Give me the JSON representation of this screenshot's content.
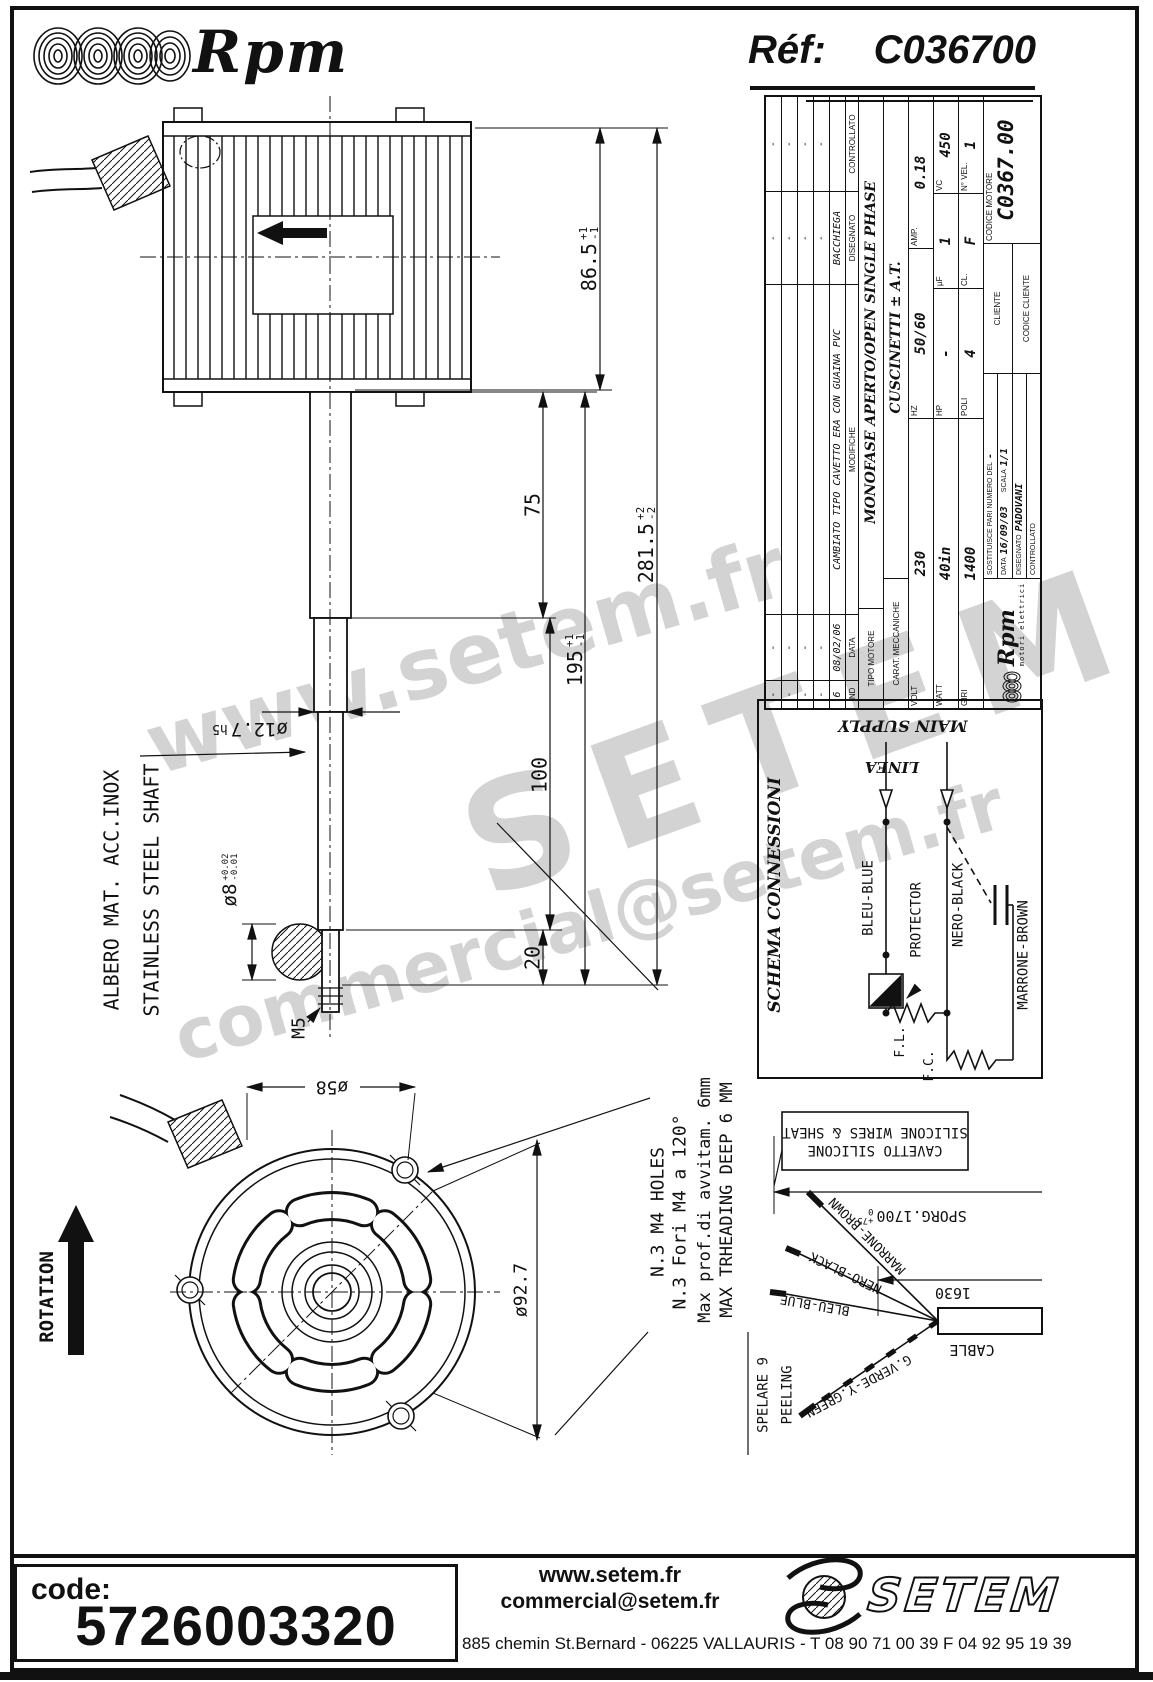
{
  "header": {
    "brand": "Rpm",
    "ref_label": "Réf:",
    "ref_value": "C036700"
  },
  "watermarks": {
    "w1": "www.setem.fr",
    "w2": "SETEM",
    "w3": "commercial@setem.fr"
  },
  "side_view": {
    "shaft_label_1": "ALBERO MAT. ACC.INOX",
    "shaft_label_2": "STAINLESS STEEL SHAFT",
    "dim_86": {
      "v": "86.5",
      "tp": "+1",
      "tm": "-1"
    },
    "dim_75": "75",
    "dim_281": {
      "v": "281.5",
      "tp": "+2",
      "tm": "-2"
    },
    "dim_195": {
      "v": "195",
      "tp": "+1",
      "tm": "-1"
    },
    "dim_100": "100",
    "dim_20": "20",
    "dim_127": {
      "v": "ø12.7",
      "suffix": "h5"
    },
    "dim_8": {
      "v": "ø8",
      "tp": "+0.02",
      "tm": "-0.01"
    },
    "dim_m5": "M5"
  },
  "front_view": {
    "rotation": "ROTATION",
    "dim_58": "ø58",
    "dim_927": "ø92.7"
  },
  "notes": {
    "n1": "N.3 M4 HOLES",
    "n2": "N.3 Fori M4 a 120°",
    "n3": "Max prof.di avvitam. 6mm",
    "n4": "MAX TRHEADING DEEP 6 MM"
  },
  "schema": {
    "title": "SCHEMA CONNESSIONI",
    "main_supply": "MAIN SUPPLY",
    "linea": "LINEA",
    "blue": "BLEU-BLUE",
    "protector": "PROTECTOR",
    "black": "NERO-BLACK",
    "brown": "MARRONE-BROWN",
    "fl": "F.L.",
    "fc": "F.C."
  },
  "cable": {
    "box_line1": "CAVETTO SILICONE",
    "box_line2": "SILICONE WIRES & SHEAT",
    "sporg": "SPORG.1700",
    "sporg_tp": "+75",
    "sporg_tm": "0",
    "len_1630": "1630",
    "cable": "CABLE",
    "brown": "MARRONE-BROWN",
    "black": "NERO-BLACK",
    "blue": "BLEU-BLUE",
    "green": "G.VERDE-Y.GREEN",
    "spelare": "SPELARE 9",
    "peeling": "PEELING"
  },
  "title_block": {
    "revisions": {
      "header": {
        "ind": "IND",
        "data": "DATA",
        "modifiche": "MODIFICHE",
        "disegnato": "DISEGNATO",
        "controllato": "CONTROLLATO"
      },
      "rows": [
        {
          "ind": "-",
          "data": "-",
          "mod": "",
          "dis": "-",
          "ctr": "-"
        },
        {
          "ind": "-",
          "data": "-",
          "mod": "",
          "dis": "-",
          "ctr": "-"
        },
        {
          "ind": "-",
          "data": "-",
          "mod": "",
          "dis": "-",
          "ctr": "-"
        },
        {
          "ind": "-",
          "data": "-",
          "mod": "",
          "dis": "-",
          "ctr": "-"
        },
        {
          "ind": "6",
          "data": "08/02/06",
          "mod": "CAMBIATO TIPO CAVETTO ERA CON GUAINA PVC",
          "dis": "BACCHIEGA",
          "ctr": ""
        }
      ]
    },
    "tipo_label": "TIPO MOTORE",
    "tipo_value": "MONOFASE APERTO/OPEN SINGLE PHASE",
    "carat_label": "CARAT. MECCANICHE",
    "carat_value": "CUSCINETTI ± A.T.",
    "volt_label": "VOLT",
    "volt": "230",
    "hz_label": "HZ",
    "hz": "50/60",
    "amp_label": "AMP.",
    "amp": "0.18",
    "watt_label": "WATT",
    "watt": "40in",
    "hp_label": "HP",
    "hp": "-",
    "uf_label": "µF",
    "uf": "1",
    "vc_label": "VC",
    "vc": "450",
    "giri_label": "GIRI",
    "giri": "1400",
    "poli_label": "POLI",
    "poli": "4",
    "cl_label": "CL.",
    "cl": "F",
    "vel_label": "N° VEL.",
    "vel": "1",
    "logo_text": "Rpm",
    "logo_sub": "motori elettrici",
    "sostituisce_label": "SOSTITUISCE PARI NUMERO DEL",
    "sostituisce_value": "-",
    "data_label": "DATA",
    "data_value": "16/09/03",
    "scala_label": "SCALA",
    "scala_value": "1/1",
    "disegnato_label": "DISEGNATO",
    "disegnato_value": "PADOVANI",
    "controllato_label": "CONTROLLATO",
    "cliente_label": "CLIENTE",
    "codice_cliente_label": "CODICE CLIENTE",
    "codice_motore_label": "CODICE MOTORE",
    "codice_motore_value": "C0367.00"
  },
  "footer": {
    "code_label": "code:",
    "code_value": "5726003320",
    "web": "www.setem.fr",
    "email": "commercial@setem.fr",
    "brand": "SETEM",
    "address": "885 chemin St.Bernard  -  06225 VALLAURIS  -  T 08 90 71 00 39   F 04 92 95 19 39"
  }
}
